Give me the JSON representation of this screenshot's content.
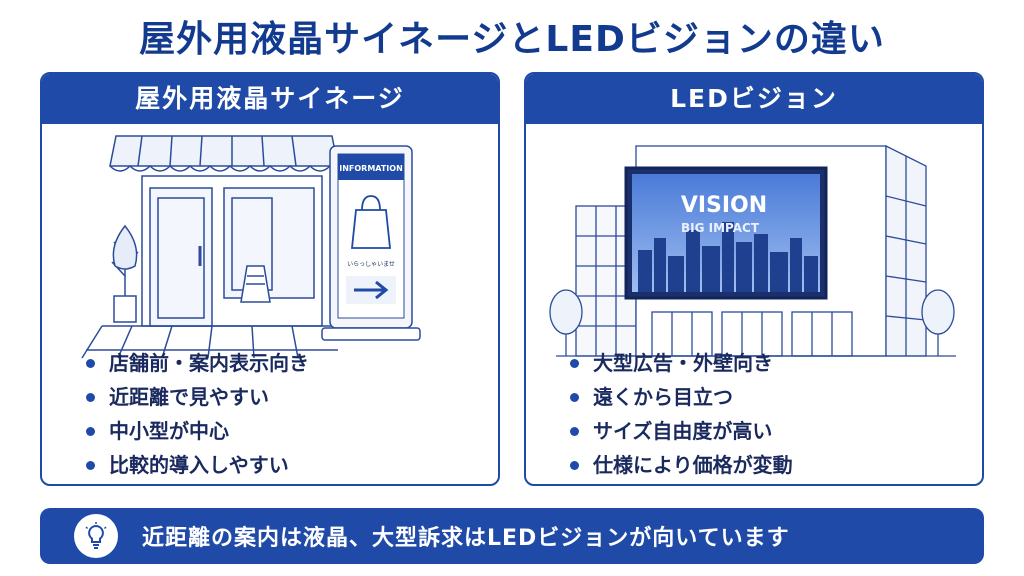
{
  "title": "屋外用液晶サイネージとLEDビジョンの違い",
  "left_card": {
    "heading": "屋外用液晶サイネージ",
    "sign_header": "INFORMATION",
    "sign_greeting": "いらっしゃいませ",
    "bullets": [
      "店舗前・案内表示向き",
      "近距離で見やすい",
      "中小型が中心",
      "比較的導入しやすい"
    ]
  },
  "right_card": {
    "heading": "LEDビジョン",
    "screen_title": "VISION",
    "screen_subtitle": "BIG IMPACT",
    "bullets": [
      "大型広告・外壁向き",
      "遠くから目立つ",
      "サイズ自由度が高い",
      "仕様により価格が変動"
    ]
  },
  "footer": {
    "text": "近距離の案内は液晶、大型訴求はLEDビジョンが向いています",
    "icon": "lightbulb-icon"
  },
  "colors": {
    "primary": "#1f4aa8",
    "title": "#123a8f",
    "line_art": "#2b4c9b"
  }
}
